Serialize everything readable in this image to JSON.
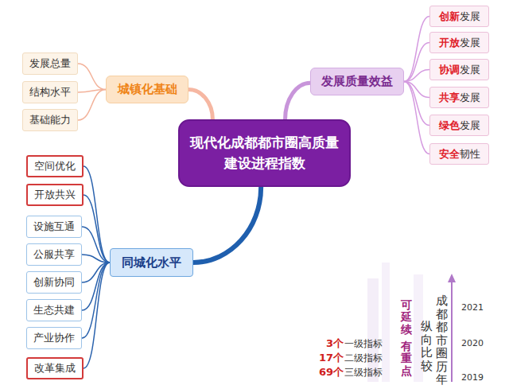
{
  "diagram": {
    "nodes": [
      {
        "text": [
          "现代化成都都市圈高质量建设进程指数"
        ]
      },
      {
        "text": [
          "城镇化基础"
        ]
      },
      {
        "text": [
          "发展总量"
        ]
      },
      {
        "text": [
          "结构水平"
        ]
      },
      {
        "text": [
          "基础能力"
        ]
      },
      {
        "text": [
          "发展质量效益"
        ]
      },
      {
        "text": [
          "创新",
          "发展"
        ]
      },
      {
        "text": [
          "开放",
          "发展"
        ]
      },
      {
        "text": [
          "协调",
          "发展"
        ]
      },
      {
        "text": [
          "共享",
          "发展"
        ]
      },
      {
        "text": [
          "绿色",
          "发展"
        ]
      },
      {
        "text": [
          "安全",
          "韧性"
        ]
      },
      {
        "text": [
          "同城化水平"
        ]
      },
      {
        "text": [
          "空间优化"
        ]
      },
      {
        "text": [
          "开放共兴"
        ]
      },
      {
        "text": [
          "设施互通"
        ]
      },
      {
        "text": [
          "公服共享"
        ]
      },
      {
        "text": [
          "创新协同"
        ]
      },
      {
        "text": [
          "生态共建"
        ]
      },
      {
        "text": [
          "产业协作"
        ]
      },
      {
        "text": [
          "改革集成"
        ]
      }
    ],
    "edges": [
      {
        "from": 0,
        "to": 1,
        "arrow": "none"
      },
      {
        "from": 1,
        "to": 2,
        "arrow": "none"
      },
      {
        "from": 1,
        "to": 3,
        "arrow": "none"
      },
      {
        "from": 1,
        "to": 4,
        "arrow": "none"
      },
      {
        "from": 0,
        "to": 5,
        "arrow": "none"
      },
      {
        "from": 5,
        "to": 6,
        "arrow": "none"
      },
      {
        "from": 5,
        "to": 7,
        "arrow": "none"
      },
      {
        "from": 5,
        "to": 8,
        "arrow": "none"
      },
      {
        "from": 5,
        "to": 9,
        "arrow": "none"
      },
      {
        "from": 5,
        "to": 10,
        "arrow": "none"
      },
      {
        "from": 5,
        "to": 11,
        "arrow": "none"
      },
      {
        "from": 0,
        "to": 12,
        "arrow": "none"
      },
      {
        "from": 12,
        "to": 13,
        "arrow": "none"
      },
      {
        "from": 12,
        "to": 14,
        "arrow": "none"
      },
      {
        "from": 12,
        "to": 15,
        "arrow": "none"
      },
      {
        "from": 12,
        "to": 16,
        "arrow": "none"
      },
      {
        "from": 12,
        "to": 17,
        "arrow": "none"
      },
      {
        "from": 12,
        "to": 18,
        "arrow": "none"
      },
      {
        "from": 12,
        "to": 19,
        "arrow": "none"
      },
      {
        "from": 12,
        "to": 20,
        "arrow": "none"
      }
    ],
    "labels": [
      "3个",
      "一级指标",
      "17个",
      "二级指标",
      "69个",
      "三级指标",
      "可延续",
      "有重点",
      "成都都市圈历年",
      "纵向比较",
      "2021",
      "2020",
      "2019"
    ]
  }
}
